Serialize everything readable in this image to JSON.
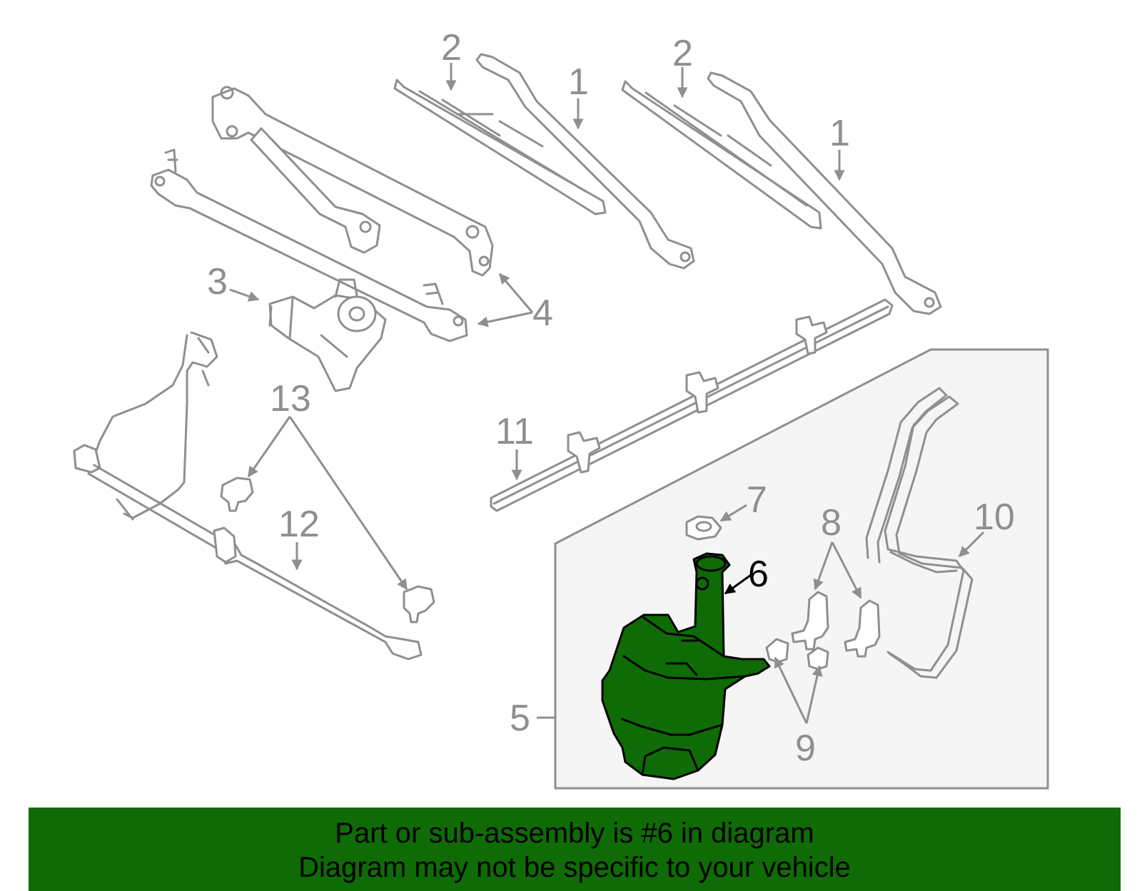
{
  "callouts": {
    "c1a": "1",
    "c1b": "1",
    "c2a": "2",
    "c2b": "2",
    "c3": "3",
    "c4": "4",
    "c5": "5",
    "c6": "6",
    "c7": "7",
    "c8": "8",
    "c9": "9",
    "c10": "10",
    "c11": "11",
    "c12": "12",
    "c13": "13"
  },
  "highlight_part": "6",
  "footer": {
    "line1": "Part or sub-assembly is #6 in diagram",
    "line2": "Diagram may not be specific to your vehicle"
  },
  "colors": {
    "highlight": "#0f6b06",
    "footer_bg": "#0f6b06",
    "parts": "#8f8f8f",
    "inset_bg": "#f5f5f5"
  }
}
